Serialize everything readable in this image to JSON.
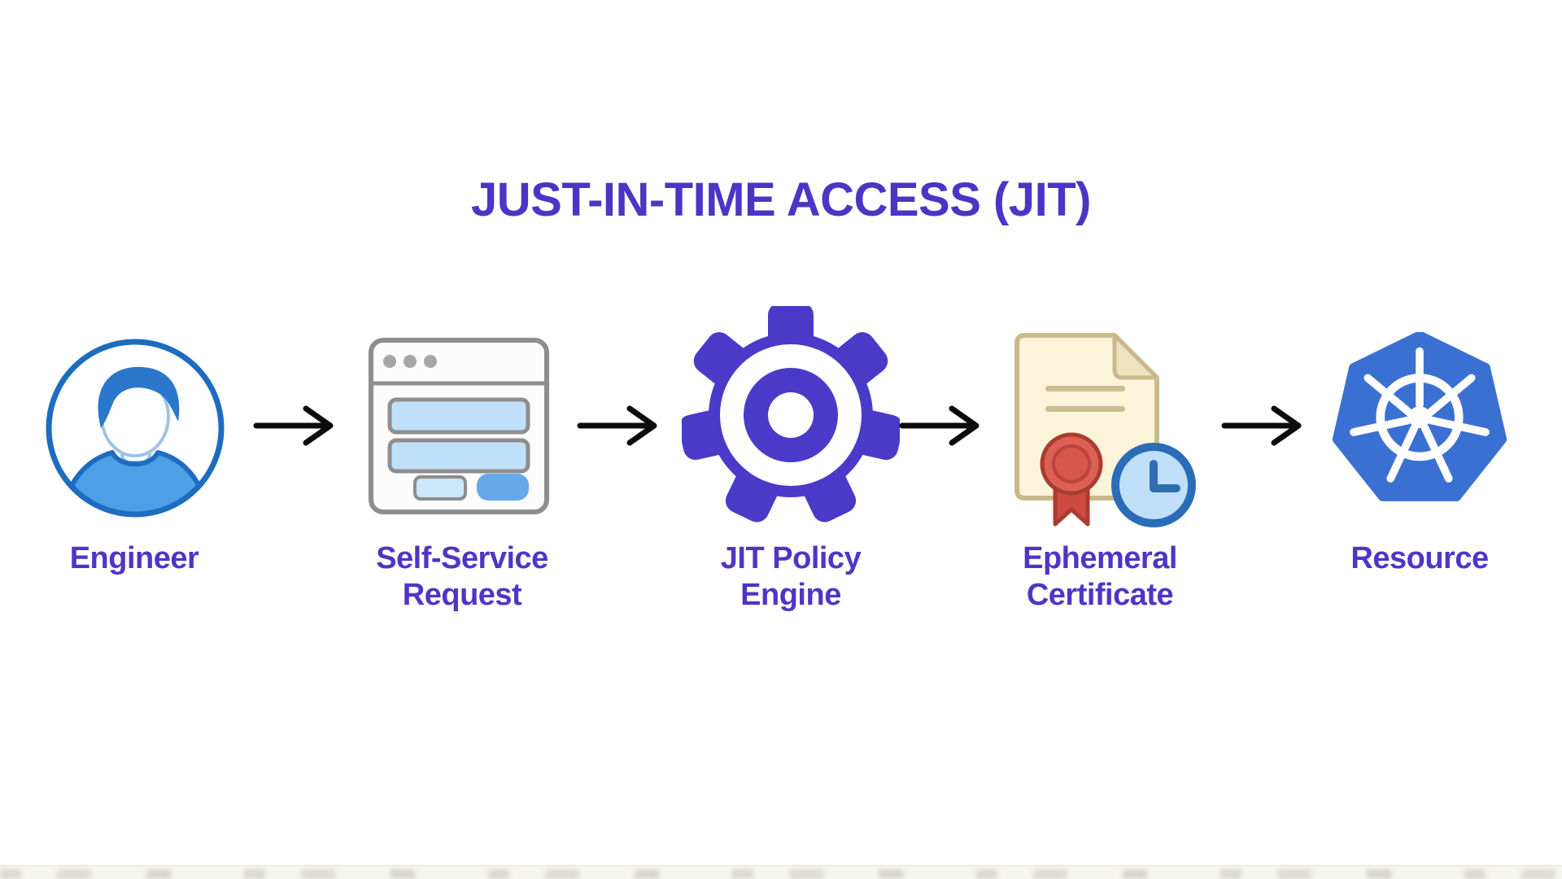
{
  "title": "JUST-IN-TIME ACCESS (JIT)",
  "flow": {
    "nodes": [
      {
        "id": "engineer",
        "label": "Engineer",
        "icon": "engineer-avatar-icon"
      },
      {
        "id": "self-service-request",
        "label": "Self-Service\nRequest",
        "icon": "form-window-icon"
      },
      {
        "id": "jit-policy-engine",
        "label": "JIT Policy\nEngine",
        "icon": "gear-icon"
      },
      {
        "id": "ephemeral-certificate",
        "label": "Ephemeral\nCertificate",
        "icon": "certificate-clock-icon"
      },
      {
        "id": "resource",
        "label": "Resource",
        "icon": "kubernetes-icon"
      }
    ],
    "arrow_count": 4
  },
  "colors": {
    "accent_purple": "#4C34C6",
    "label_purple": "#5134C6",
    "arrow_black": "#0C0C0C",
    "engineer_outline_blue": "#1D6CC0",
    "engineer_fill_blue": "#4F9FE6",
    "engineer_hair_blue": "#2A77CB",
    "window_border_gray": "#8F8D8D",
    "window_field_blue": "#BFE0F8",
    "window_button_blue": "#66A9E9",
    "gear_purple": "#4B3AC8",
    "certificate_cream": "#FBF3DA",
    "certificate_line_tan": "#CBBB90",
    "seal_red": "#DD5F55",
    "seal_red_dark": "#A93C31",
    "clock_ring_blue": "#2A6CB8",
    "clock_face_blue": "#BFE0F8",
    "kubernetes_blue": "#3B70D3"
  }
}
